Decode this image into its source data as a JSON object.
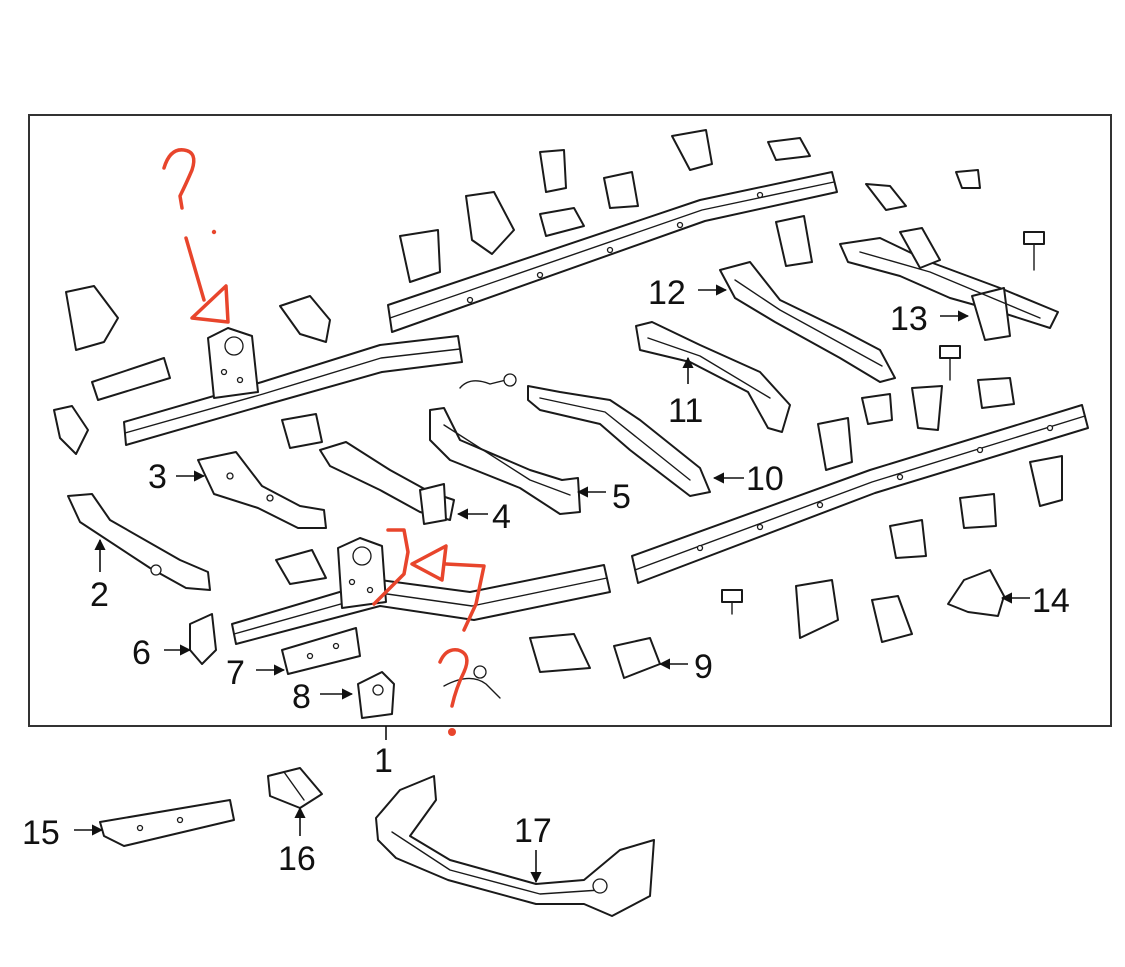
{
  "callouts": [
    "1",
    "2",
    "3",
    "4",
    "5",
    "6",
    "7",
    "8",
    "9",
    "10",
    "11",
    "12",
    "13",
    "14",
    "15",
    "16",
    "17"
  ],
  "annotations": {
    "question_mark_top": "?",
    "question_mark_bottom": "?"
  },
  "colors": {
    "line": "#1a1a1a",
    "annotation": "#e8452c",
    "frame_border": "#333333"
  }
}
